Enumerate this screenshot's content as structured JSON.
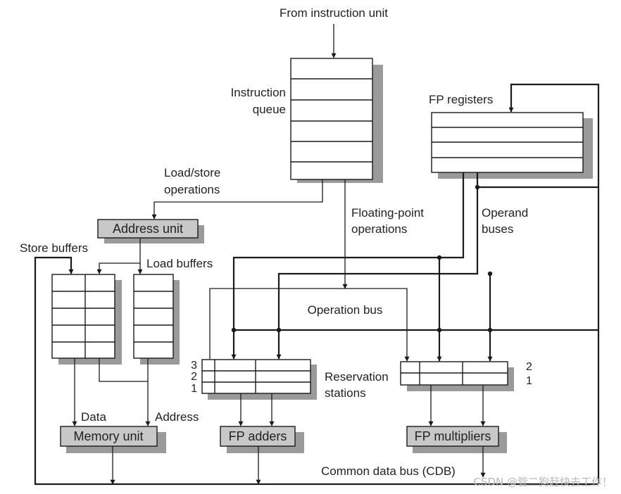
{
  "labels": {
    "from_instruction_unit": "From instruction unit",
    "instruction_queue_line1": "Instruction",
    "instruction_queue_line2": "queue",
    "fp_registers": "FP registers",
    "load_store_line1": "Load/store",
    "load_store_line2": "operations",
    "fp_ops_line1": "Floating-point",
    "fp_ops_line2": "operations",
    "operand_buses_line1": "Operand",
    "operand_buses_line2": "buses",
    "address_unit": "Address unit",
    "store_buffers": "Store buffers",
    "load_buffers": "Load buffers",
    "operation_bus": "Operation bus",
    "rs_line1": "Reservation",
    "rs_line2": "stations",
    "adder_rs_numbers": [
      "3",
      "2",
      "1"
    ],
    "mult_rs_numbers": [
      "2",
      "1"
    ],
    "data": "Data",
    "address": "Address",
    "memory_unit": "Memory unit",
    "fp_adders": "FP adders",
    "fp_multipliers": "FP multipliers",
    "cdb": "Common data bus (CDB)",
    "watermark": "CSDN @管二狗赶快去工作！"
  },
  "colors": {
    "line": "#1a1a1a",
    "unit_fill": "#c8c8c8",
    "shadow": "#9a9a9a",
    "box_fill": "#ffffff"
  }
}
